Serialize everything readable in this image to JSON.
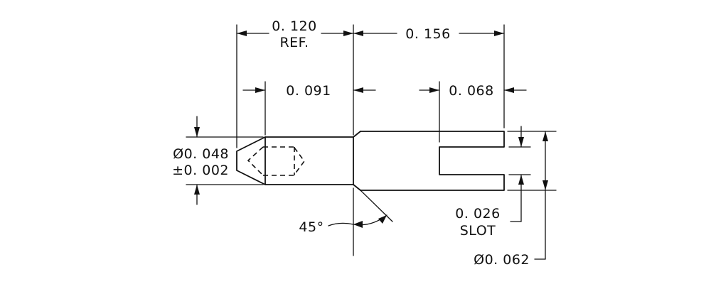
{
  "dimensions": {
    "ref_length": "0. 120",
    "ref_note": "REF.",
    "body_length": "0. 156",
    "tip_length": "0. 091",
    "slot_depth": "0. 068",
    "tip_diameter": "Ø0. 048",
    "tip_tolerance": "±0. 002",
    "slot_width": "0. 026",
    "slot_note": "SLOT",
    "body_diameter": "Ø0. 062",
    "chamfer_angle": "45°"
  }
}
